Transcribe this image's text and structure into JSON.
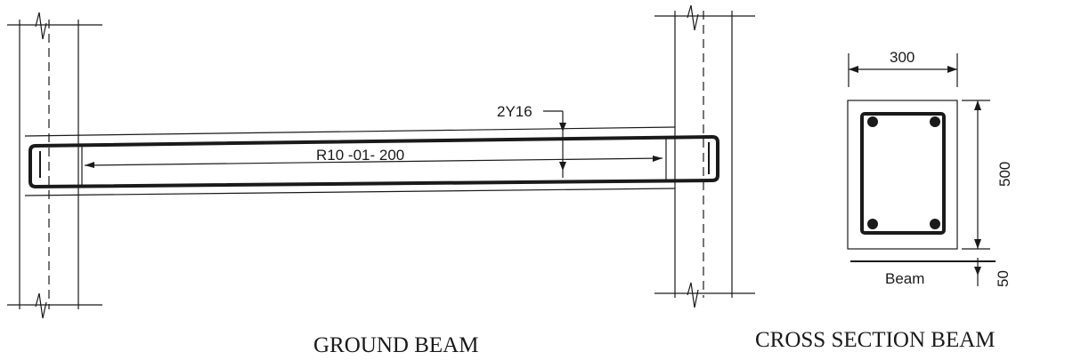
{
  "ground_beam": {
    "caption": "GROUND BEAM",
    "stirrup_label": "R10 -01- 200",
    "bar_label": "2Y16"
  },
  "cross_section": {
    "caption": "CROSS SECTION BEAM",
    "width_dim": "300",
    "height_dim": "500",
    "offset_dim": "50",
    "beam_label": "Beam"
  }
}
